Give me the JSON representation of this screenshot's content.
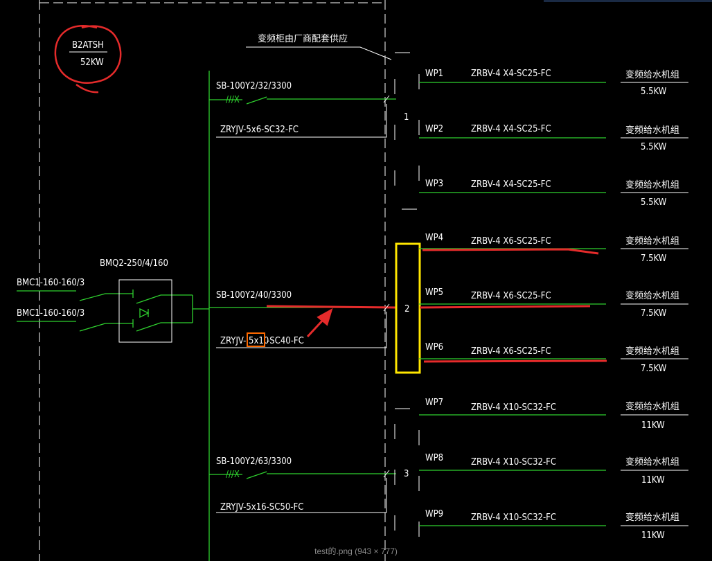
{
  "colors": {
    "background": "#000000",
    "wire": "#2fd12f",
    "frame": "#ffffff",
    "annotation_red": "#e52b2b",
    "highlight_yellow": "#ffe600",
    "highlight_orange": "#ff6a00"
  },
  "panel": {
    "name": "B2ATSH",
    "power": "52KW"
  },
  "supplier_note": "变频柜由厂商配套供应",
  "incoming": {
    "feeder1": "BMC1-160-160/3",
    "feeder2": "BMC1-160-160/3",
    "ats": "BMQ2-250/4/160"
  },
  "branches": [
    {
      "breaker": "SB-100Y2/32/3300",
      "switch_mark": "///X",
      "cable": "ZRYJV-5x6-SC32-FC",
      "box": "1"
    },
    {
      "breaker": "SB-100Y2/40/3300",
      "cable_prefix": "ZRYJV-",
      "cable_highlight": "5x10",
      "cable_suffix": "-SC40-FC",
      "box": "2"
    },
    {
      "breaker": "SB-100Y2/63/3300",
      "switch_mark": "///X",
      "cable": "ZRYJV-5x16-SC50-FC",
      "box": "3"
    }
  ],
  "outputs": [
    {
      "id": "WP1",
      "cable": "ZRBV-4 X4-SC25-FC",
      "load": "变频给水机组",
      "power": "5.5KW"
    },
    {
      "id": "WP2",
      "cable": "ZRBV-4 X4-SC25-FC",
      "load": "变频给水机组",
      "power": "5.5KW"
    },
    {
      "id": "WP3",
      "cable": "ZRBV-4 X4-SC25-FC",
      "load": "变频给水机组",
      "power": "5.5KW"
    },
    {
      "id": "WP4",
      "cable": "ZRBV-4 X6-SC25-FC",
      "load": "变频给水机组",
      "power": "7.5KW"
    },
    {
      "id": "WP5",
      "cable": "ZRBV-4 X6-SC25-FC",
      "load": "变频给水机组",
      "power": "7.5KW"
    },
    {
      "id": "WP6",
      "cable": "ZRBV-4 X6-SC25-FC",
      "load": "变频给水机组",
      "power": "7.5KW"
    },
    {
      "id": "WP7",
      "cable": "ZRBV-4 X10-SC32-FC",
      "load": "变频给水机组",
      "power": "11KW"
    },
    {
      "id": "WP8",
      "cable": "ZRBV-4 X10-SC32-FC",
      "load": "变频给水机组",
      "power": "11KW"
    },
    {
      "id": "WP9",
      "cable": "ZRBV-4 X10-SC32-FC",
      "load": "变频给水机组",
      "power": "11KW"
    }
  ],
  "status": {
    "caption": "test的.png (943 × 777)"
  }
}
